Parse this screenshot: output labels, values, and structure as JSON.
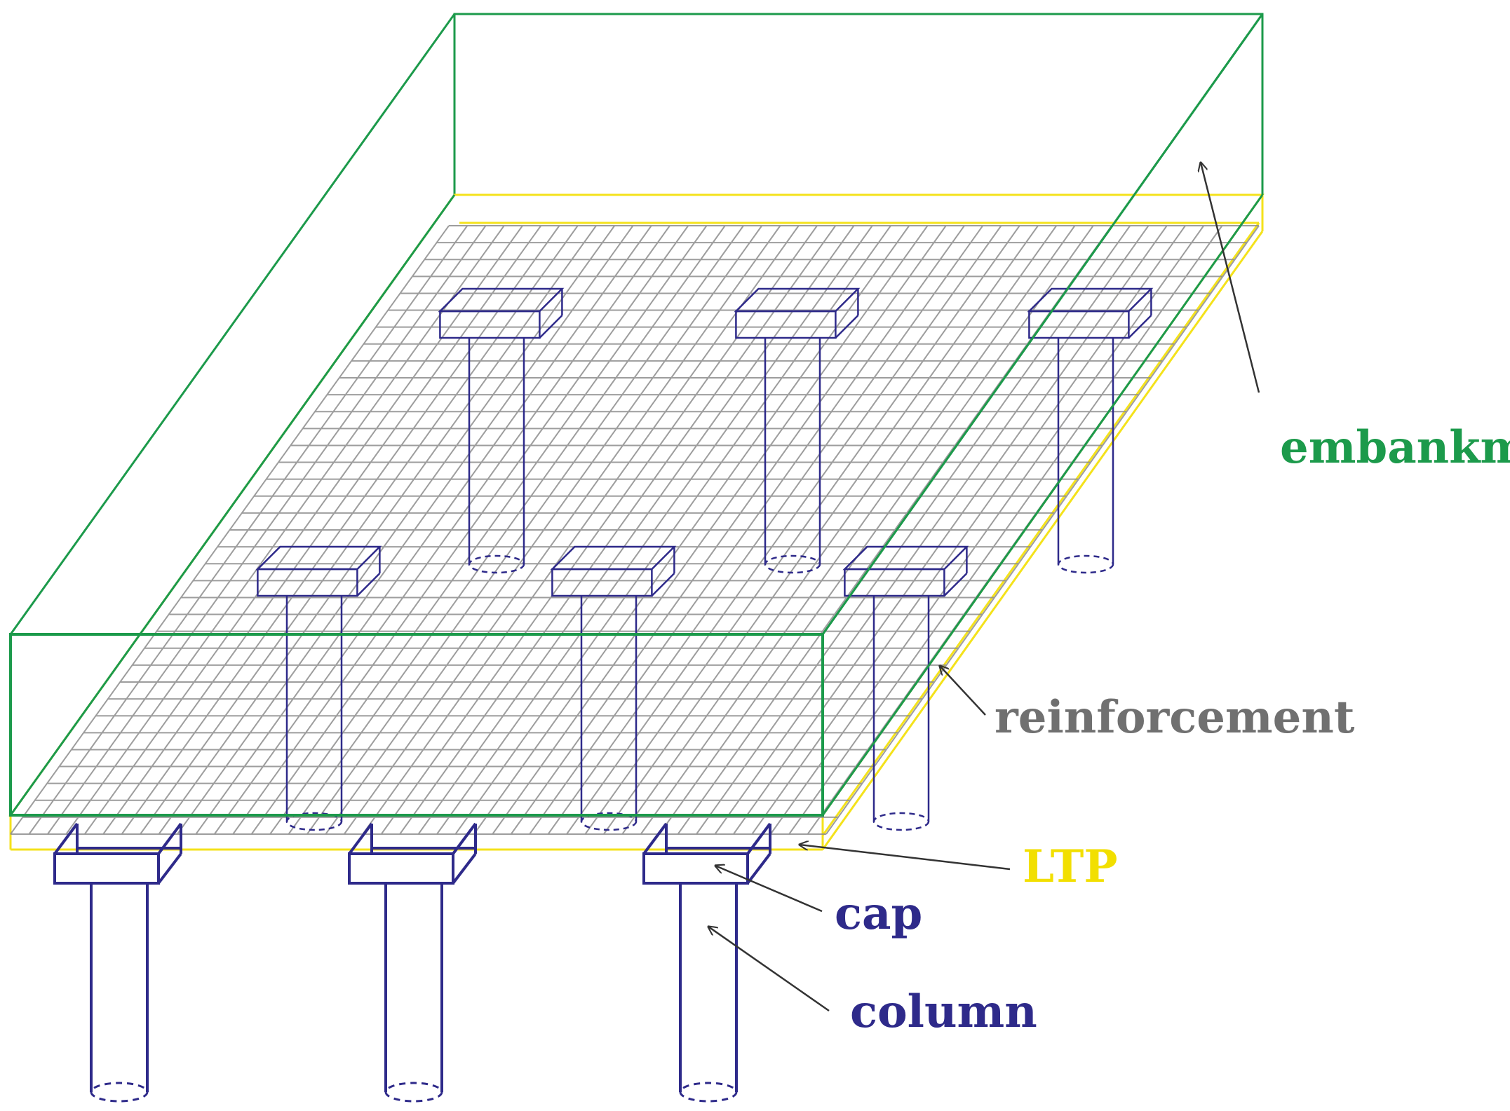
{
  "colors": {
    "embankment": "#1c9a4b",
    "ltp": "#f4e21b",
    "reinforcement": "#8c8c8c",
    "pile": "#2e2a8a",
    "label_reinforcement": "#707070",
    "label_ltp": "#f2df00",
    "label_pile": "#2e2a8a",
    "arrow": "#333333"
  },
  "labels": {
    "embankment": "embankment",
    "reinforcement": "reinforcement",
    "ltp": "LTP",
    "cap": "cap",
    "column": "column"
  }
}
